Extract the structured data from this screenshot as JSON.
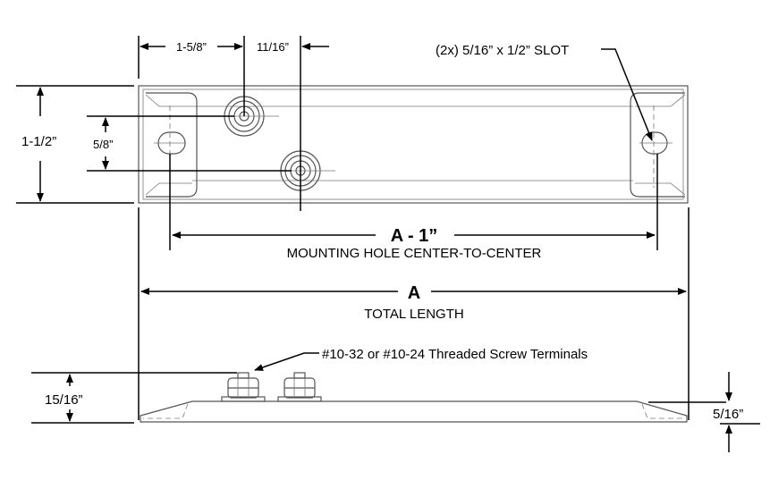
{
  "drawing": {
    "top_view": {
      "dim_first_terminal": "1-5/8”",
      "dim_terminal_spacing": "11/16”",
      "dim_width": "1-1/2”",
      "dim_terminal_offset": "5/8”",
      "slot_callout": "(2x) 5/16” x 1/2” SLOT",
      "mounting_dim": "A - 1”",
      "mounting_caption": "MOUNTING HOLE CENTER-TO-CENTER",
      "total_dim": "A",
      "total_caption": "TOTAL LENGTH"
    },
    "side_view": {
      "terminal_callout": "#10-32 or #10-24 Threaded Screw Terminals",
      "dim_height": "15/16”",
      "dim_base_thickness": "5/16”"
    }
  }
}
